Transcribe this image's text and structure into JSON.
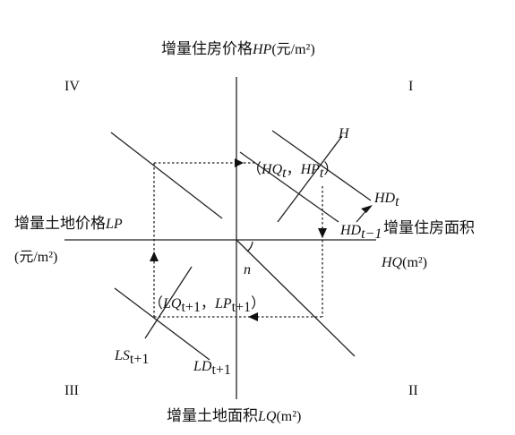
{
  "axes": {
    "top_label": {
      "cn": "增量住房价格",
      "var": "HP",
      "unit": "(元/m²)"
    },
    "right_label": {
      "cn": "增量住房面积",
      "var": "HQ",
      "unit": "(m²)"
    },
    "left_label": {
      "cn": "增量土地价格",
      "var": "LP",
      "unit": "(元/m²)"
    },
    "bottom_label": {
      "cn": "增量土地面积",
      "var": "LQ",
      "unit": "(m²)"
    }
  },
  "quadrants": {
    "q1": "I",
    "q2": "II",
    "q3": "III",
    "q4": "IV"
  },
  "curves": {
    "H": "H",
    "HD_t": {
      "base": "HD",
      "sub": "t"
    },
    "HD_t_minus_1": {
      "base": "HD",
      "sub": "t−1"
    },
    "LS": {
      "base": "LS",
      "sub": "t+1"
    },
    "LD": {
      "base": "LD",
      "sub": "t+1"
    }
  },
  "points": {
    "top": {
      "open": "（",
      "v1": "HQ",
      "s1": "t",
      "sep": "，",
      "v2": "HP",
      "s2": "t",
      "close": "）"
    },
    "bottom": {
      "open": "（",
      "v1": "LQ",
      "s1": "t+1",
      "sep": "，",
      "v2": "LP",
      "s2": "t+1",
      "close": "）"
    }
  },
  "angle_label": "n"
}
